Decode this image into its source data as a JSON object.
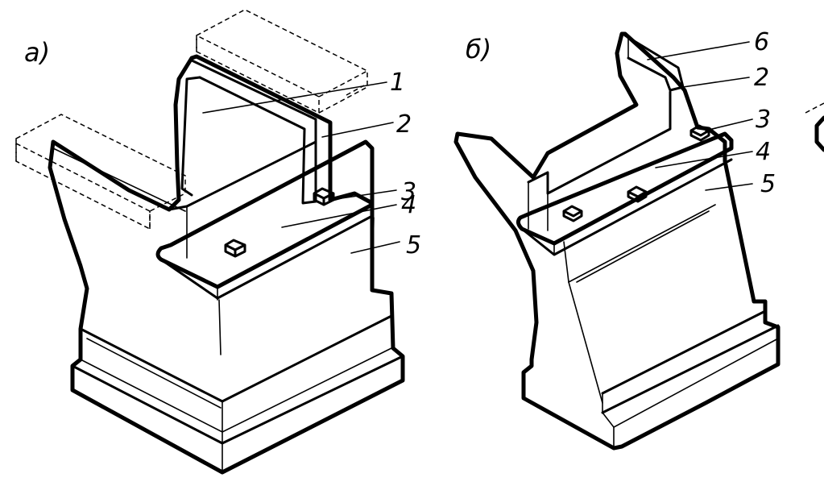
{
  "panels": [
    {
      "label": "а)",
      "parts": [
        "1",
        "2",
        "3",
        "4",
        "5"
      ]
    },
    {
      "label": "б)",
      "parts": [
        "6",
        "2",
        "3",
        "4",
        "5"
      ]
    }
  ]
}
